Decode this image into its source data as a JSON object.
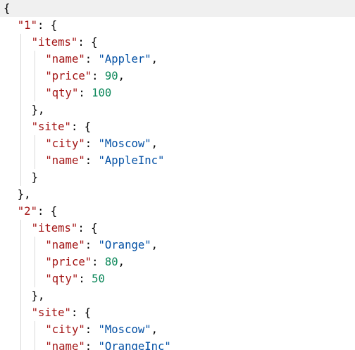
{
  "editor": {
    "lines": [
      {
        "indent": 0,
        "tokens": [
          {
            "t": "p",
            "v": "{"
          }
        ],
        "current": true
      },
      {
        "indent": 1,
        "tokens": [
          {
            "t": "k",
            "v": "\"1\""
          },
          {
            "t": "p",
            "v": ": {"
          }
        ]
      },
      {
        "indent": 2,
        "tokens": [
          {
            "t": "k",
            "v": "\"items\""
          },
          {
            "t": "p",
            "v": ": {"
          }
        ]
      },
      {
        "indent": 3,
        "tokens": [
          {
            "t": "k",
            "v": "\"name\""
          },
          {
            "t": "p",
            "v": ": "
          },
          {
            "t": "s",
            "v": "\"Appler\""
          },
          {
            "t": "p",
            "v": ","
          }
        ]
      },
      {
        "indent": 3,
        "tokens": [
          {
            "t": "k",
            "v": "\"price\""
          },
          {
            "t": "p",
            "v": ": "
          },
          {
            "t": "n",
            "v": "90"
          },
          {
            "t": "p",
            "v": ","
          }
        ]
      },
      {
        "indent": 3,
        "tokens": [
          {
            "t": "k",
            "v": "\"qty\""
          },
          {
            "t": "p",
            "v": ": "
          },
          {
            "t": "n",
            "v": "100"
          }
        ]
      },
      {
        "indent": 2,
        "tokens": [
          {
            "t": "p",
            "v": "},"
          }
        ]
      },
      {
        "indent": 2,
        "tokens": [
          {
            "t": "k",
            "v": "\"site\""
          },
          {
            "t": "p",
            "v": ": {"
          }
        ]
      },
      {
        "indent": 3,
        "tokens": [
          {
            "t": "k",
            "v": "\"city\""
          },
          {
            "t": "p",
            "v": ": "
          },
          {
            "t": "s",
            "v": "\"Moscow\""
          },
          {
            "t": "p",
            "v": ","
          }
        ]
      },
      {
        "indent": 3,
        "tokens": [
          {
            "t": "k",
            "v": "\"name\""
          },
          {
            "t": "p",
            "v": ": "
          },
          {
            "t": "s",
            "v": "\"AppleInc\""
          }
        ]
      },
      {
        "indent": 2,
        "tokens": [
          {
            "t": "p",
            "v": "}"
          }
        ]
      },
      {
        "indent": 1,
        "tokens": [
          {
            "t": "p",
            "v": "},"
          }
        ]
      },
      {
        "indent": 1,
        "tokens": [
          {
            "t": "k",
            "v": "\"2\""
          },
          {
            "t": "p",
            "v": ": {"
          }
        ]
      },
      {
        "indent": 2,
        "tokens": [
          {
            "t": "k",
            "v": "\"items\""
          },
          {
            "t": "p",
            "v": ": {"
          }
        ]
      },
      {
        "indent": 3,
        "tokens": [
          {
            "t": "k",
            "v": "\"name\""
          },
          {
            "t": "p",
            "v": ": "
          },
          {
            "t": "s",
            "v": "\"Orange\""
          },
          {
            "t": "p",
            "v": ","
          }
        ]
      },
      {
        "indent": 3,
        "tokens": [
          {
            "t": "k",
            "v": "\"price\""
          },
          {
            "t": "p",
            "v": ": "
          },
          {
            "t": "n",
            "v": "80"
          },
          {
            "t": "p",
            "v": ","
          }
        ]
      },
      {
        "indent": 3,
        "tokens": [
          {
            "t": "k",
            "v": "\"qty\""
          },
          {
            "t": "p",
            "v": ": "
          },
          {
            "t": "n",
            "v": "50"
          }
        ]
      },
      {
        "indent": 2,
        "tokens": [
          {
            "t": "p",
            "v": "},"
          }
        ]
      },
      {
        "indent": 2,
        "tokens": [
          {
            "t": "k",
            "v": "\"site\""
          },
          {
            "t": "p",
            "v": ": {"
          }
        ]
      },
      {
        "indent": 3,
        "tokens": [
          {
            "t": "k",
            "v": "\"city\""
          },
          {
            "t": "p",
            "v": ": "
          },
          {
            "t": "s",
            "v": "\"Moscow\""
          },
          {
            "t": "p",
            "v": ","
          }
        ]
      },
      {
        "indent": 3,
        "tokens": [
          {
            "t": "k",
            "v": "\"name\""
          },
          {
            "t": "p",
            "v": ": "
          },
          {
            "t": "s",
            "v": "\"OrangeInc\""
          }
        ]
      }
    ]
  },
  "colors": {
    "key": "#a31515",
    "string": "#0451a5",
    "number": "#098658",
    "punctuation": "#000000",
    "current_line": "#f0f0f0",
    "indent_guide": "#d9d9d9"
  }
}
